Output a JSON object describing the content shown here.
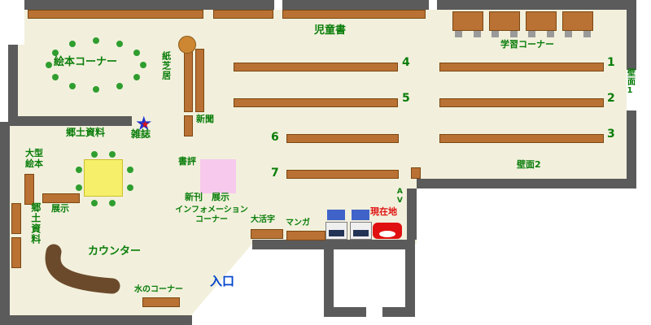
{
  "sections": {
    "ehon_corner": "絵本コーナー",
    "kamishibai": "紙芝居",
    "shimbun": "新聞",
    "zasshi": "雑誌",
    "kyodo_shiryo_top": "郷土資料",
    "jidosho": "児童書",
    "gakushu_corner": "学習コーナー",
    "hekimen1": "壁面1",
    "hekimen2": "壁面2",
    "ogata_ehon": "大型\n絵本",
    "kyodo_shiryo_left": "郷土資料",
    "tenji": "展示",
    "shohyo": "書評",
    "shinkan_tenji": "新刊　展示",
    "information": "インフォメーション\nコーナー",
    "daikatsuji": "大活字",
    "manga": "マンガ",
    "genzaichi": "現在地",
    "counter": "カウンター",
    "mizu_corner": "水のコーナー",
    "iriguchi": "入口",
    "av": "AV",
    "star": "★"
  },
  "shelf_numbers": {
    "center": [
      "4",
      "5",
      "6",
      "7"
    ],
    "right": [
      "1",
      "2",
      "3"
    ]
  },
  "colors": {
    "floor": "#f2f0dc",
    "wall": "#5b5b5b",
    "shelf": "#b97134",
    "label_green": "#0a7d0a",
    "entrance_blue": "#0044cc",
    "current_red": "#e01010",
    "table_yellow": "#f5ef6a",
    "display_pink": "#f7c9ec",
    "seat_green": "#2f9e2f"
  }
}
